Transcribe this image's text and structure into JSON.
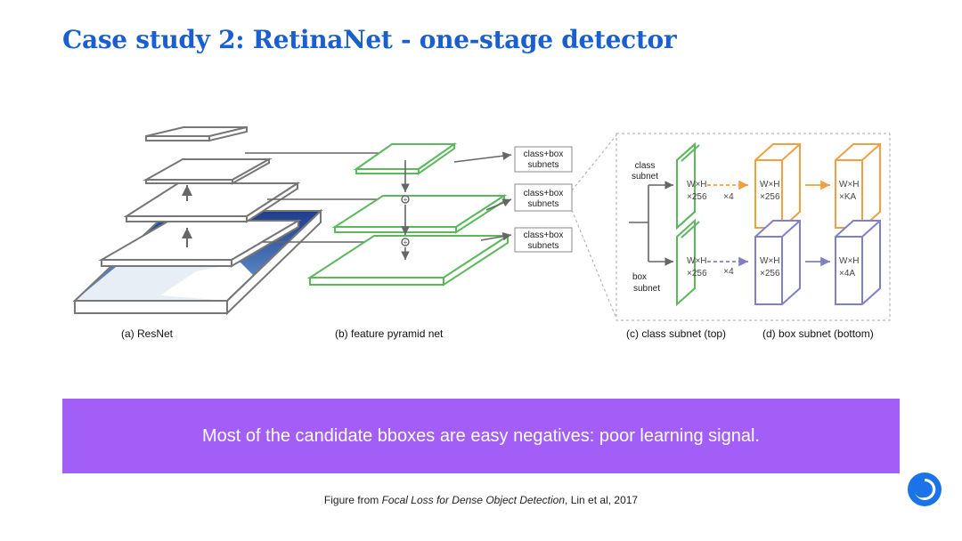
{
  "slide": {
    "title": "Case study 2: RetinaNet - one-stage detector",
    "banner_text": "Most of the candidate bboxes are easy negatives: poor learning signal.",
    "caption_prefix": "Figure from ",
    "caption_paper": "Focal Loss for Dense Object Detection",
    "caption_suffix": ", Lin et al, 2017"
  },
  "diagram": {
    "labels": {
      "resnet": "(a) ResNet",
      "fpn": "(b) feature pyramid net",
      "class_subnet_caption": "(c) class subnet (top)",
      "box_subnet_caption": "(d) box subnet (bottom)"
    },
    "subnet_box_line1": "class+box",
    "subnet_box_line2": "subnets",
    "class_subnet_line1": "class",
    "class_subnet_line2": "subnet",
    "box_subnet_line1": "box",
    "box_subnet_line2": "subnet",
    "wxh": "W×H",
    "x256": "×256",
    "xka": "×KA",
    "x4a": "×4A",
    "times4": "×4",
    "plus": "+"
  },
  "colors": {
    "title": "#1a5fd0",
    "banner": "#a35ef7",
    "green": "#5cb85c",
    "orange": "#f0a040",
    "purple": "#8080c8",
    "gray": "#777777",
    "logo": "#1a73e8"
  }
}
